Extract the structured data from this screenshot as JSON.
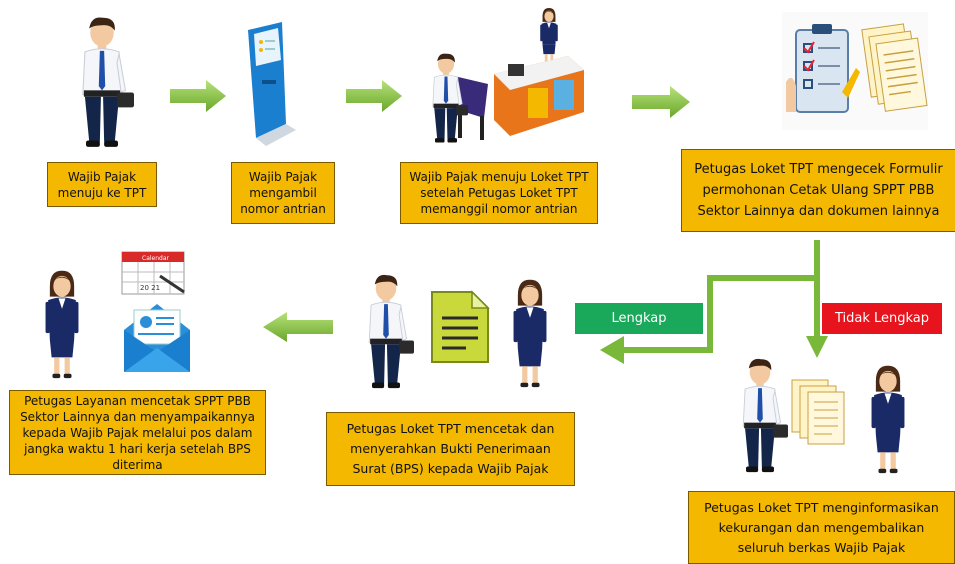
{
  "steps": {
    "s1": "Wajib Pajak menuju ke TPT",
    "s2": "Wajib Pajak mengambil nomor antrian",
    "s3": "Wajib Pajak menuju Loket TPT setelah Petugas Loket TPT memanggil nomor antrian",
    "s4": "Petugas Loket TPT mengecek Formulir permohonan Cetak Ulang SPPT PBB Sektor Lainnya dan dokumen lainnya",
    "s5": "Petugas Loket TPT menginformasikan kekurangan dan mengembalikan seluruh berkas Wajib Pajak",
    "s6": "Petugas Loket TPT mencetak dan menyerahkan Bukti Penerimaan Surat (BPS) kepada Wajib Pajak",
    "s7": "Petugas Layanan mencetak SPPT PBB Sektor Lainnya dan menyampaikannya kepada Wajib Pajak melalui pos dalam jangka waktu 1 hari kerja setelah BPS diterima"
  },
  "branches": {
    "complete": "Lengkap",
    "incomplete": "Tidak Lengkap"
  },
  "icons": {
    "calendar_label": "Calendar",
    "calendar_numbers": "20 21"
  },
  "colors": {
    "box": "#f5b800",
    "arrow": "#8cc63f",
    "complete": "#1aa85a",
    "incomplete": "#e8141d"
  }
}
